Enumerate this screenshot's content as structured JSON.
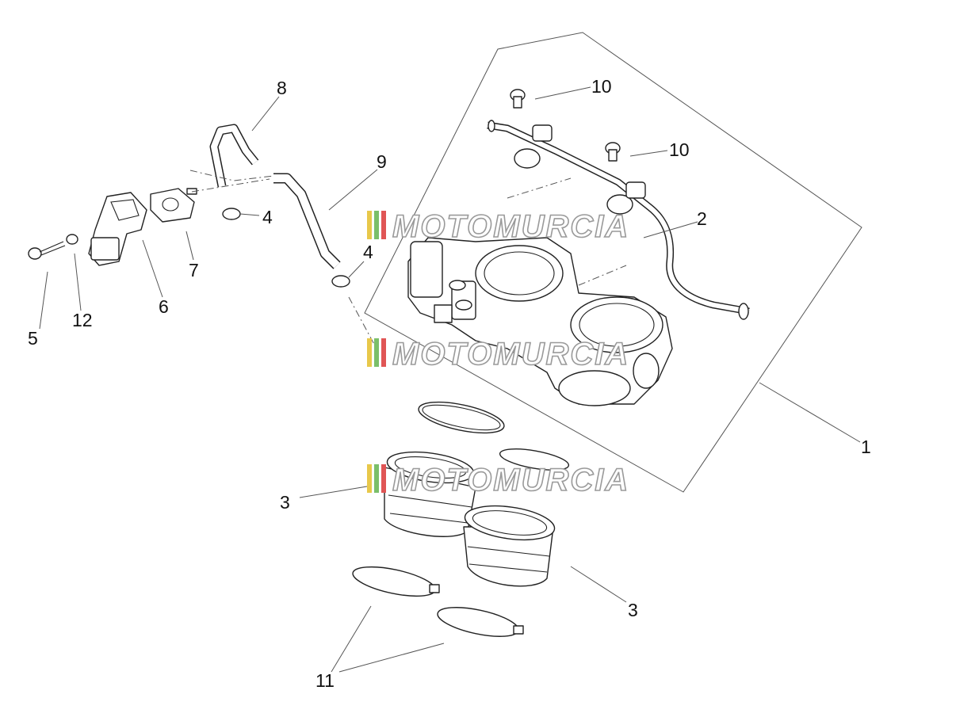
{
  "callouts": [
    {
      "id": "c1",
      "label": "1"
    },
    {
      "id": "c2",
      "label": "2"
    },
    {
      "id": "c3a",
      "label": "3"
    },
    {
      "id": "c3b",
      "label": "3"
    },
    {
      "id": "c4a",
      "label": "4"
    },
    {
      "id": "c4b",
      "label": "4"
    },
    {
      "id": "c5",
      "label": "5"
    },
    {
      "id": "c6",
      "label": "6"
    },
    {
      "id": "c7",
      "label": "7"
    },
    {
      "id": "c8",
      "label": "8"
    },
    {
      "id": "c9",
      "label": "9"
    },
    {
      "id": "c10a",
      "label": "10"
    },
    {
      "id": "c10b",
      "label": "10"
    },
    {
      "id": "c11",
      "label": "11"
    },
    {
      "id": "c12",
      "label": "12"
    }
  ],
  "watermark": {
    "text": "MOTOMURCIA",
    "colors": [
      "#e8c84a",
      "#7bbf6a",
      "#e05555"
    ]
  }
}
